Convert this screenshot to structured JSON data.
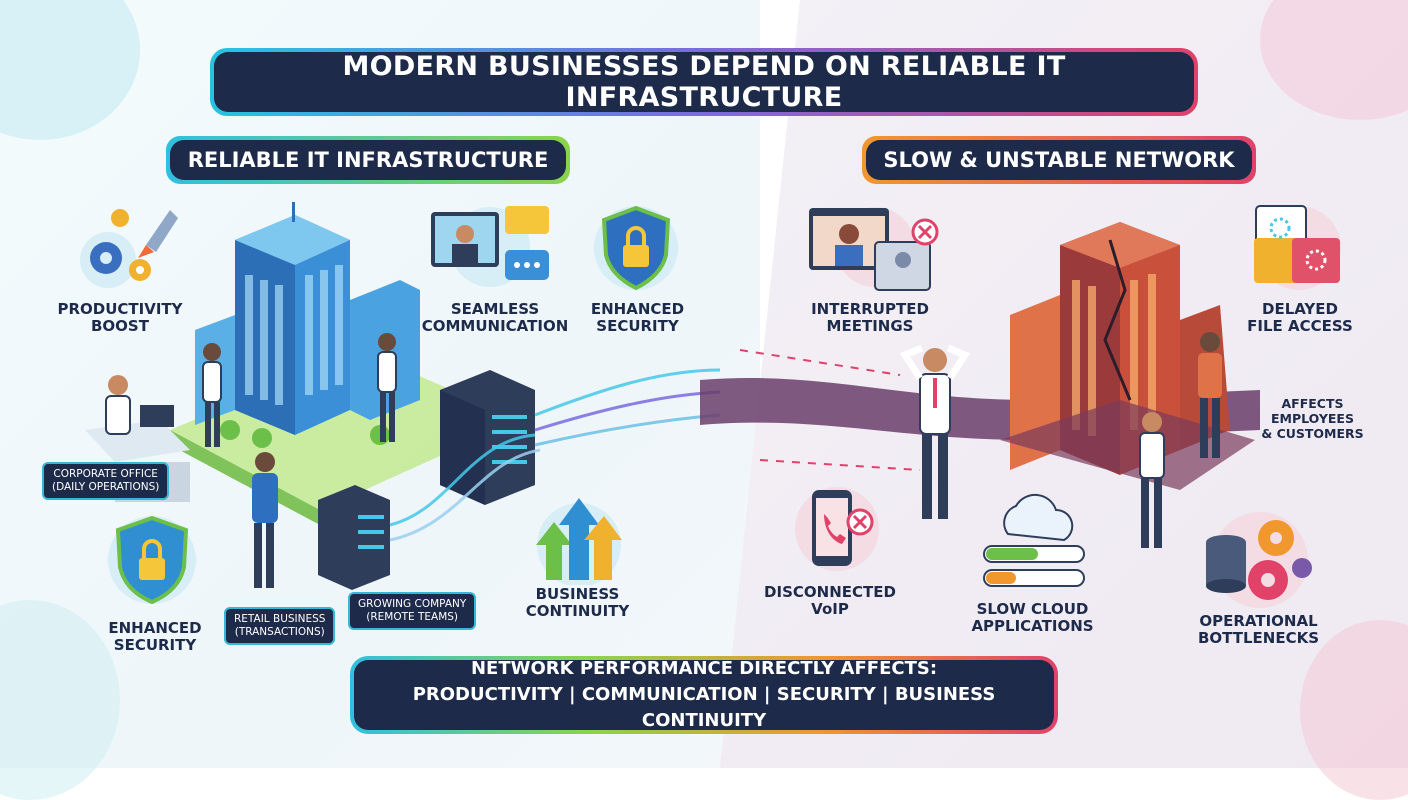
{
  "header": {
    "title": "MODERN BUSINESSES DEPEND ON RELIABLE IT INFRASTRUCTURE"
  },
  "left": {
    "heading": "RELIABLE IT INFRASTRUCTURE",
    "productivity": "PRODUCTIVITY\nBOOST",
    "communication": "SEAMLESS\nCOMMUNICATION",
    "security_top": "ENHANCED\nSECURITY",
    "security_bottom": "ENHANCED\nSECURITY",
    "continuity": "BUSINESS\nCONTINUITY",
    "tag_office": "CORPORATE OFFICE\n(DAILY OPERATIONS)",
    "tag_retail": "RETAIL BUSINESS\n(TRANSACTIONS)",
    "tag_growing": "GROWING COMPANY\n(REMOTE TEAMS)"
  },
  "right": {
    "heading": "SLOW & UNSTABLE NETWORK",
    "meetings": "INTERRUPTED\nMEETINGS",
    "file_access": "DELAYED\nFILE ACCESS",
    "affects": "AFFECTS\nEMPLOYEES\n& CUSTOMERS",
    "voip": "DISCONNECTED\nVoIP",
    "cloud": "SLOW CLOUD\nAPPLICATIONS",
    "bottlenecks": "OPERATIONAL\nBOTTLENECKS"
  },
  "footer": {
    "line1": "NETWORK PERFORMANCE DIRECTLY AFFECTS:",
    "line2": "PRODUCTIVITY | COMMUNICATION | SECURITY | BUSINESS CONTINUITY"
  },
  "colors": {
    "navy": "#1d2a4a",
    "cyan": "#2fb7d8",
    "green": "#8ad44a",
    "orange": "#f0972e",
    "red": "#e0426a"
  }
}
